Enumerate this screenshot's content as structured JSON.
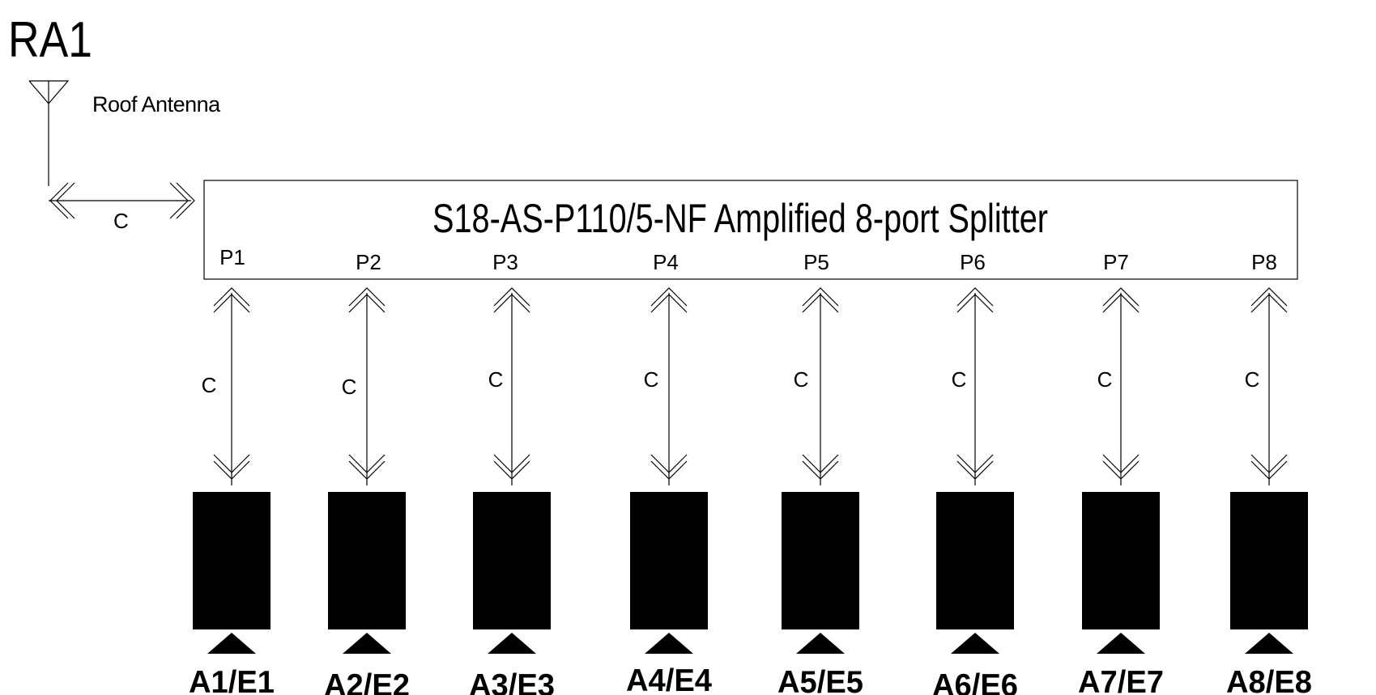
{
  "title": "RA1",
  "antenna": {
    "label": "Roof Antenna",
    "cable_label": "C"
  },
  "splitter": {
    "label": "S18-AS-P110/5-NF Amplified 8-port Splitter"
  },
  "ports": [
    {
      "port": "P1",
      "cable": "C",
      "device": "A1/E1"
    },
    {
      "port": "P2",
      "cable": "C",
      "device": "A2/E2"
    },
    {
      "port": "P3",
      "cable": "C",
      "device": "A3/E3"
    },
    {
      "port": "P4",
      "cable": "C",
      "device": "A4/E4"
    },
    {
      "port": "P5",
      "cable": "C",
      "device": "A5/E5"
    },
    {
      "port": "P6",
      "cable": "C",
      "device": "A6/E6"
    },
    {
      "port": "P7",
      "cable": "C",
      "device": "A7/E7"
    },
    {
      "port": "P8",
      "cable": "C",
      "device": "A8/E8"
    }
  ]
}
